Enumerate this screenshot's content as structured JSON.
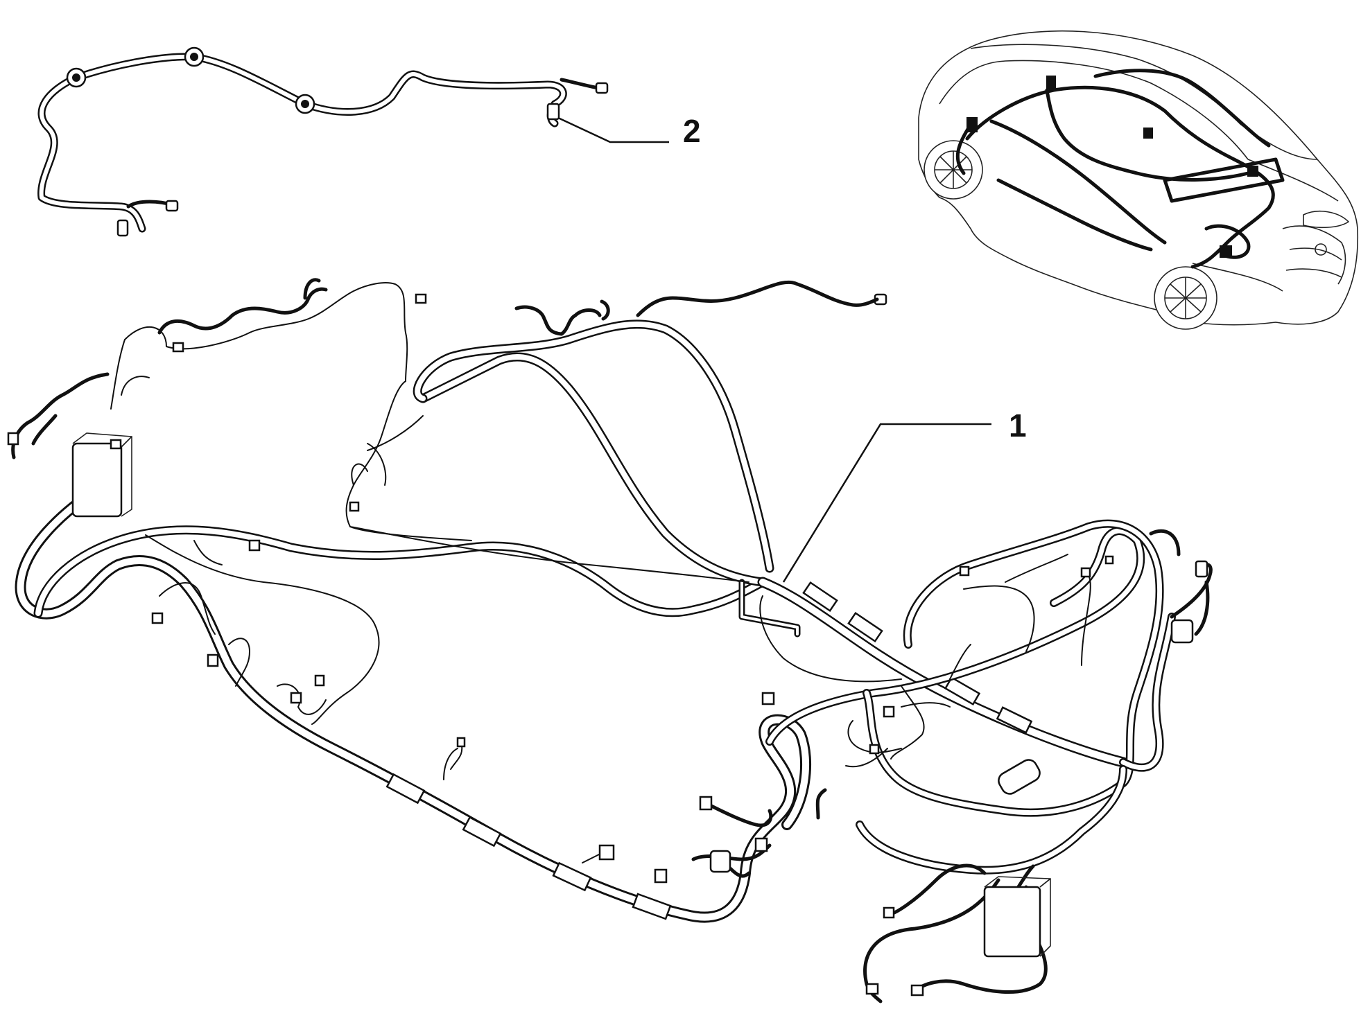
{
  "callouts": [
    {
      "number": "1",
      "part": "main-harness"
    },
    {
      "number": "2",
      "part": "roof-harness"
    }
  ],
  "colors": {
    "line": "#111111",
    "background": "#ffffff"
  }
}
